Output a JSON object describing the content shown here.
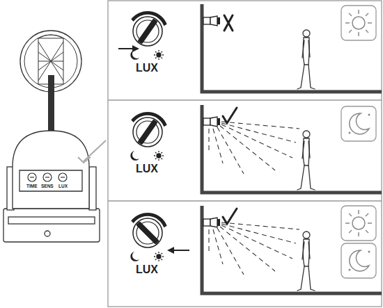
{
  "diagram": {
    "labels": [
      "TIME",
      "SENS",
      "LUX",
      "LUX",
      "LUX",
      "LUX"
    ]
  }
}
